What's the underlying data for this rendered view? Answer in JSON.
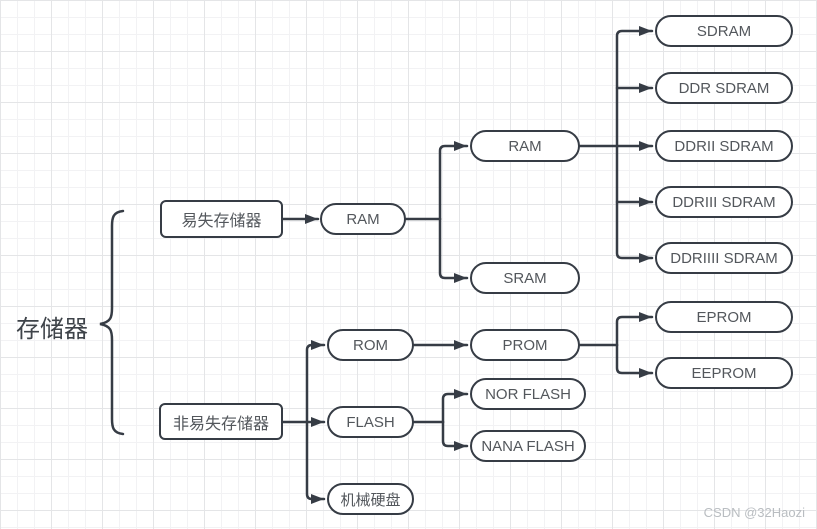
{
  "diagram": {
    "root_label": "存储器",
    "nodes": {
      "volatile": "易失存储器",
      "ram_l1": "RAM",
      "ram_l2": "RAM",
      "sram": "SRAM",
      "sdram": "SDRAM",
      "ddr_sdram": "DDR SDRAM",
      "ddrii_sdram": "DDRII SDRAM",
      "ddriii_sdram": "DDRIII SDRAM",
      "ddriiii_sdram": "DDRIIII SDRAM",
      "nonvolatile": "非易失存储器",
      "rom": "ROM",
      "prom": "PROM",
      "eprom": "EPROM",
      "eeprom": "EEPROM",
      "flash": "FLASH",
      "nor_flash": "NOR FLASH",
      "nana_flash": "NANA FLASH",
      "hdd": "机械硬盘"
    },
    "watermark": "CSDN @32Haozi",
    "colors": {
      "line": "#363c45",
      "node_border": "#363c45",
      "node_text": "#53575c",
      "grid_minor": "#f2f2f4",
      "grid_major": "#e4e5e7",
      "watermark": "#b9bdc1"
    }
  }
}
